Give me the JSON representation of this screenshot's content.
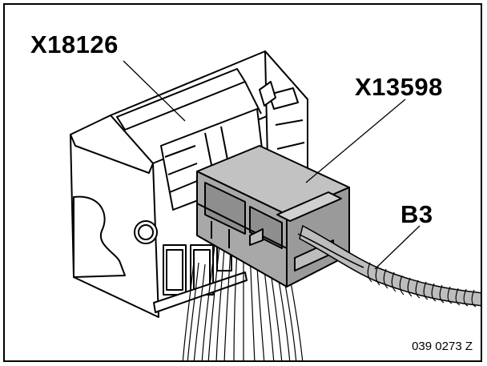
{
  "figure": {
    "labels": {
      "housing": "X18126",
      "plug": "X13598",
      "cable": "B3"
    },
    "figure_number": "039 0273 Z",
    "colors": {
      "line": "#000000",
      "housing_fill": "#ffffff",
      "plug_fill": "#a8a8a8",
      "plug_top": "#c2c2c2",
      "cable_fill": "#bdbdbd"
    }
  }
}
